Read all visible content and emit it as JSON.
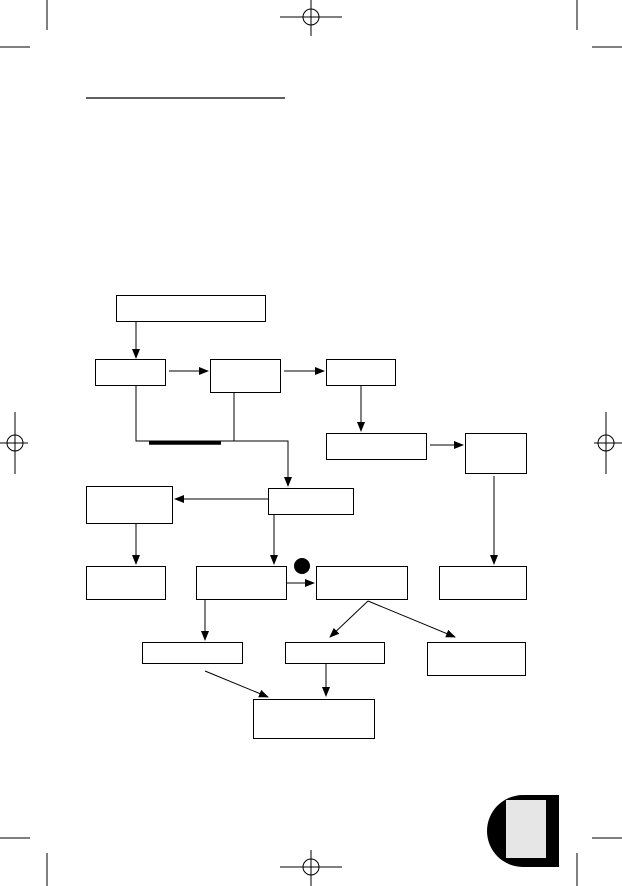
{
  "header": {
    "rule_color": "#000000"
  },
  "flowchart": {
    "boxes": [
      {
        "name": "box-top-wide",
        "label": ""
      },
      {
        "name": "box-row1-a",
        "label": ""
      },
      {
        "name": "box-row1-b",
        "label": ""
      },
      {
        "name": "box-row1-c",
        "label": ""
      },
      {
        "name": "box-row2-c",
        "label": ""
      },
      {
        "name": "box-row2-d",
        "label": ""
      },
      {
        "name": "box-row3-a",
        "label": ""
      },
      {
        "name": "box-row3-b",
        "label": ""
      },
      {
        "name": "box-row4-a",
        "label": ""
      },
      {
        "name": "box-row4-b",
        "label": ""
      },
      {
        "name": "box-row4-c",
        "label": ""
      },
      {
        "name": "box-row4-d",
        "label": ""
      },
      {
        "name": "box-row5-a",
        "label": ""
      },
      {
        "name": "box-row5-b",
        "label": ""
      },
      {
        "name": "box-row5-c",
        "label": ""
      },
      {
        "name": "box-bottom",
        "label": ""
      }
    ],
    "stroke_color": "#000000"
  },
  "page_tab": {
    "color": "#000000",
    "highlight_color": "#e6e6e6"
  }
}
